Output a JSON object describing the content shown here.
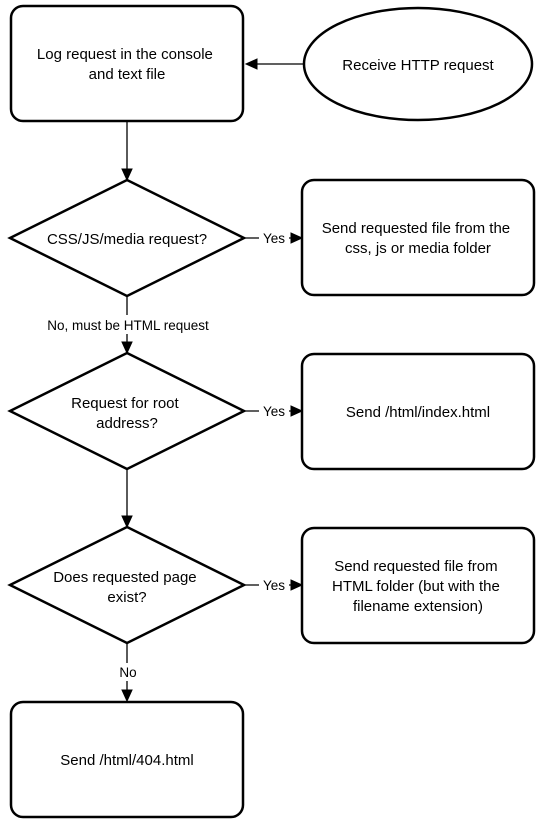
{
  "nodes": {
    "receive": {
      "lines": [
        "Receive HTTP request"
      ]
    },
    "log": {
      "lines": [
        "Log request in the console",
        "and text file"
      ]
    },
    "css_decision": {
      "lines": [
        "CSS/JS/media request?"
      ]
    },
    "send_static": {
      "lines": [
        "Send requested file from the",
        "css, js or media folder"
      ]
    },
    "root_decision": {
      "lines": [
        "Request for root",
        "address?"
      ]
    },
    "send_index": {
      "lines": [
        "Send /html/index.html"
      ]
    },
    "exist_decision": {
      "lines": [
        "Does requested page",
        "exist?"
      ]
    },
    "send_page": {
      "lines": [
        "Send requested file from",
        "HTML folder (but with the",
        "filename extension)"
      ]
    },
    "send_404": {
      "lines": [
        "Send /html/404.html"
      ]
    }
  },
  "edges": {
    "css_yes": "Yes",
    "css_no": "No, must be HTML request",
    "root_yes": "Yes",
    "exist_yes": "Yes",
    "exist_no": "No"
  }
}
